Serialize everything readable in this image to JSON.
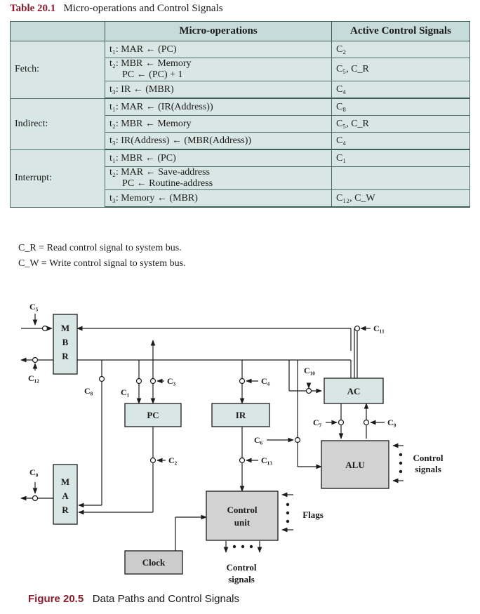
{
  "table": {
    "label": "Table 20.1",
    "title": "Micro-operations and Control Signals",
    "headers": [
      "",
      "Micro-operations",
      "Active Control Signals"
    ],
    "groups": [
      {
        "phase": "Fetch:",
        "rows": [
          {
            "micro": [
              "t₁: MAR ← (PC)"
            ],
            "signals": "C₂"
          },
          {
            "micro": [
              "t₂: MBR ← Memory",
              "PC ← (PC) + 1"
            ],
            "signals": "C₅, C_R"
          },
          {
            "micro": [
              "t₃: IR ← (MBR)"
            ],
            "signals": "C₄"
          }
        ]
      },
      {
        "phase": "Indirect:",
        "rows": [
          {
            "micro": [
              "t₁: MAR ← (IR(Address))"
            ],
            "signals": "C₈"
          },
          {
            "micro": [
              "t₂: MBR ← Memory"
            ],
            "signals": "C₅, C_R"
          },
          {
            "micro": [
              "t₃: IR(Address) ← (MBR(Address))"
            ],
            "signals": "C₄"
          }
        ]
      },
      {
        "phase": "Interrupt:",
        "rows": [
          {
            "micro": [
              "t₁: MBR ← (PC)"
            ],
            "signals": "C₁"
          },
          {
            "micro": [
              "t₂: MAR ← Save-address",
              "PC ← Routine-address"
            ],
            "signals": ""
          },
          {
            "micro": [
              "t₃: Memory ← (MBR)"
            ],
            "signals": "C₁₂, C_W"
          }
        ]
      }
    ],
    "notes": [
      "C_R = Read control signal to system bus.",
      "C_W = Write control signal to system bus."
    ]
  },
  "figure": {
    "label": "Figure 20.5",
    "title": "Data Paths and Control Signals",
    "blocks": {
      "mbr": [
        "M",
        "B",
        "R"
      ],
      "mar": [
        "M",
        "A",
        "R"
      ],
      "pc": "PC",
      "ir": "IR",
      "ac": "AC",
      "alu": "ALU",
      "control_unit": [
        "Control",
        "unit"
      ],
      "clock": "Clock"
    },
    "signal_labels": {
      "c5": "C₅",
      "c12": "C₁₂",
      "c11": "C₁₁",
      "c10": "C₁₀",
      "c8": "C₈",
      "c1": "C₁",
      "c3": "C₃",
      "c4": "C₄",
      "c6": "C₆",
      "c7": "C₇",
      "c9": "C₉",
      "c2": "C₂",
      "c13": "C₁₃",
      "c0": "C₀"
    },
    "text": {
      "flags": "Flags",
      "control_signals_right": [
        "Control",
        "signals"
      ],
      "control_signals_bottom": [
        "Control",
        "signals"
      ]
    },
    "colors": {
      "block_fill": "#d9e7e4",
      "alu_fill": "#d2d2d2",
      "clock_fill": "#cccccc",
      "accent": "#8a1c2b"
    }
  }
}
